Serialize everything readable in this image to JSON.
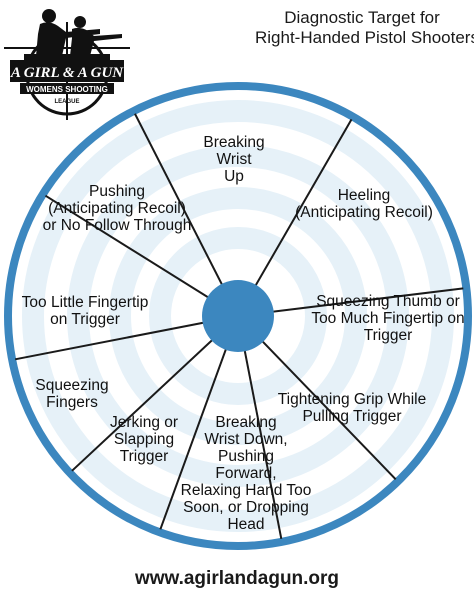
{
  "title": {
    "line1": "Diagnostic Target for",
    "line2": "Right-Handed Pistol Shooters"
  },
  "logo": {
    "name": "A GIRL & A GUN",
    "subtitle": "WOMENS SHOOTING",
    "tagline": "LEAGUE"
  },
  "colors": {
    "ring": "#3c87bf",
    "rings_light": "#e6f1f8",
    "bullseye": "#3c87bf",
    "divider": "#1a1a1a"
  },
  "segments": [
    {
      "lines": [
        "Breaking",
        "Wrist",
        "Up"
      ]
    },
    {
      "lines": [
        "Heeling",
        "(Anticipating Recoil)"
      ]
    },
    {
      "lines": [
        "Squeezing Thumb or",
        "Too Much Fingertip on",
        "Trigger"
      ]
    },
    {
      "lines": [
        "Tightening Grip While",
        "Pulling Trigger"
      ]
    },
    {
      "lines": [
        "Breaking",
        "Wrist Down,",
        "Pushing",
        "Forward,",
        "Relaxing Hand Too",
        "Soon, or Dropping",
        "Head"
      ]
    },
    {
      "lines": [
        "Jerking or",
        "Slapping",
        "Trigger"
      ]
    },
    {
      "lines": [
        "Squeezing",
        "Fingers"
      ]
    },
    {
      "lines": [
        "Too Little Fingertip",
        "on Trigger"
      ]
    },
    {
      "lines": [
        "Pushing",
        "(Anticipating Recoil)",
        "or No Follow Through"
      ]
    }
  ],
  "footer": {
    "url": "www.agirlandagun.org"
  }
}
